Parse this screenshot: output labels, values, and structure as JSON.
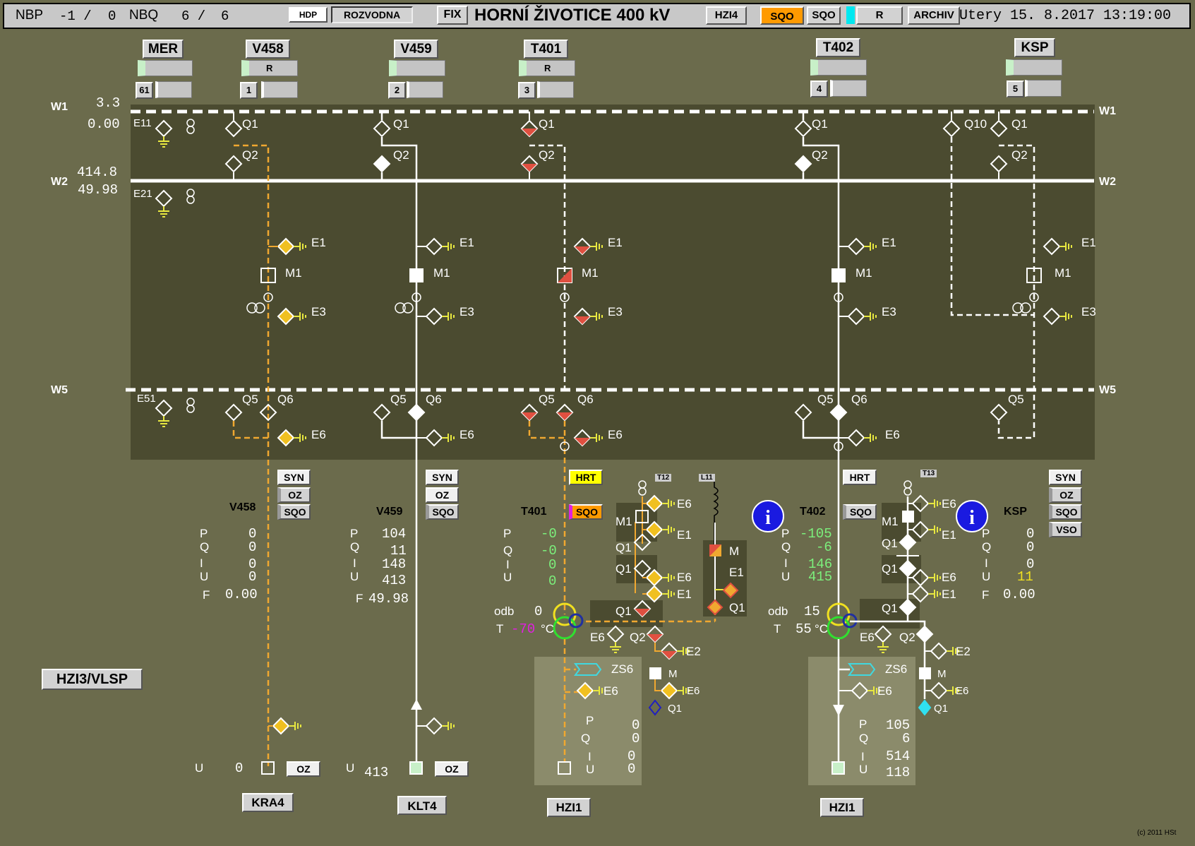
{
  "header": {
    "nbp_label": "NBP",
    "nbp_val": "-1 /",
    "nbp_val2": "0",
    "nbq_label": "NBQ",
    "nbq_val": "6 /",
    "nbq_val2": "6",
    "hdp": "HDP",
    "rozvodna": "ROZVODNA",
    "fix": "FIX",
    "title": "HORNÍ ŽIVOTICE  400 kV",
    "hzi4": "HZI4",
    "sqo1": "SQO",
    "sqo2": "SQO",
    "r": "R",
    "archiv": "ARCHIV",
    "datetime": "Utery 15. 8.2017 13:19:00"
  },
  "bays": [
    {
      "name": "MER",
      "num": "61",
      "r": ""
    },
    {
      "name": "V458",
      "num": "1",
      "r": "R"
    },
    {
      "name": "V459",
      "num": "2",
      "r": ""
    },
    {
      "name": "T401",
      "num": "3",
      "r": "R"
    },
    {
      "name": "T402",
      "num": "4",
      "r": ""
    },
    {
      "name": "KSP",
      "num": "5",
      "r": ""
    }
  ],
  "busbars": {
    "w1": "W1",
    "w2": "W2",
    "w5": "W5",
    "w1_v": "3.3",
    "w1_f": "0.00",
    "w2_v": "414.8",
    "w2_f": "49.98"
  },
  "labels": {
    "e11": "E11",
    "e21": "E21",
    "e51": "E51",
    "q1": "Q1",
    "q2": "Q2",
    "q5": "Q5",
    "q6": "Q6",
    "q10": "Q10",
    "e1": "E1",
    "e2": "E2",
    "e3": "E3",
    "e6": "E6",
    "m1": "M1",
    "m": "M",
    "zs6": "ZS6",
    "t12": "T12",
    "t13": "T13",
    "l11": "L11",
    "odb": "odb",
    "t": "T"
  },
  "buttons": {
    "syn": "SYN",
    "oz": "OZ",
    "sqo": "SQO",
    "vso": "VSO",
    "hrt": "HRT"
  },
  "v458": {
    "title": "V458",
    "P": "0",
    "Q": "0",
    "I": "0",
    "U": "0",
    "F": "0.00",
    "bottom_u": "0",
    "dest": "KRA4"
  },
  "v459": {
    "title": "V459",
    "P": "104",
    "Q": "11",
    "I": "148",
    "U": "413",
    "F": "49.98",
    "bottom_u": "413",
    "dest": "KLT4"
  },
  "t401": {
    "title": "T401",
    "P": "-0",
    "Q": "-0",
    "I": "0",
    "U": "0",
    "odb": "0",
    "temp": "-70",
    "temp_unit": "°C",
    "sub": {
      "P": "0",
      "Q": "0",
      "I": "0",
      "U": "0"
    },
    "dest": "HZI1"
  },
  "t402": {
    "title": "T402",
    "P": "-105",
    "Q": "-6",
    "I": "146",
    "U": "415",
    "odb": "15",
    "temp": "55",
    "temp_unit": "°C",
    "sub": {
      "P": "105",
      "Q": "6",
      "I": "514",
      "U": "118"
    },
    "dest": "HZI1"
  },
  "ksp": {
    "title": "KSP",
    "P": "0",
    "Q": "0",
    "I": "0",
    "U": "11",
    "F": "0.00"
  },
  "hzi3": "HZI3/VLSP",
  "copyright": "(c) 2011 HSt",
  "colors": {
    "bg": "#6b6b4c",
    "bay": "#4b4b30",
    "orange": "#f0a830",
    "red": "#e05040",
    "yellow": "#f0c020",
    "green": "#7cf07c"
  }
}
